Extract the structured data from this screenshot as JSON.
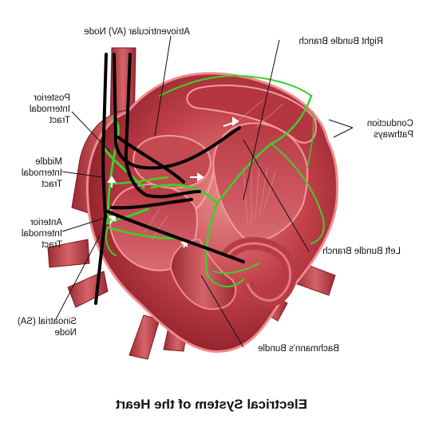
{
  "title": "Electrical System of the Heart",
  "labels": {
    "av_node": "Atrioventricular (AV) Node",
    "right_bundle_branch": "Right Bundle Branch",
    "posterior_internodal": [
      "Posterior",
      "Internodal",
      "Tract"
    ],
    "middle_internodal": [
      "Middle",
      "Internodal",
      "Tract"
    ],
    "anterior_internodal": [
      "Anterior",
      "Internodal",
      "Tract"
    ],
    "conduction_pathways": [
      "Conduction",
      "Pathways"
    ],
    "left_bundle_branch": "Left Bundle Branch",
    "sa_node": [
      "Sinoatrial (SA)",
      "Node"
    ],
    "bachmanns_bundle": "Bachmann's Bundle"
  },
  "colors": {
    "heart_fill": "#c2404a",
    "heart_light": "#e48a8a",
    "heart_dark": "#8a1e28",
    "pathway": "#3fcf2a",
    "leader": "#111111"
  },
  "orientation": "mirrored"
}
